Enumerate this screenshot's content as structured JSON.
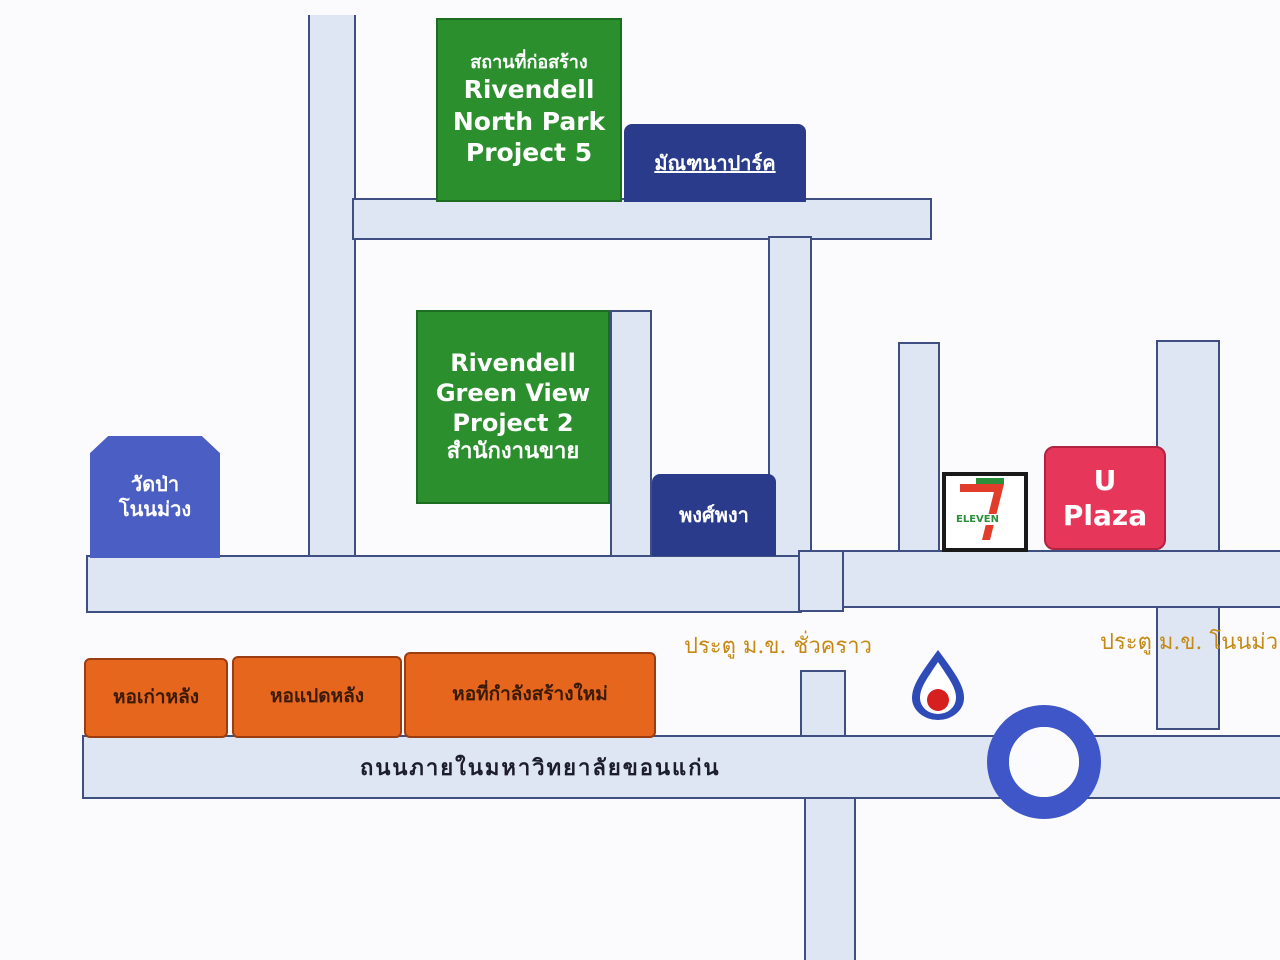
{
  "map": {
    "landmarks": {
      "north_park": [
        "สถานที่ก่อสร้าง",
        "Rivendell",
        "North Park",
        "Project 5"
      ],
      "green_view": [
        "Rivendell",
        "Green View",
        "Project 2",
        "สำนักงานขาย"
      ],
      "manthana_park": "มัณฑนาปาร์ค",
      "wat": [
        "วัดป่า",
        "โนนม่วง"
      ],
      "pongpha": "พงศ์พงา",
      "seven_eleven": "ELEVEN",
      "u_plaza": [
        "U",
        "Plaza"
      ],
      "dorm_old": "หอเก่าหลัง",
      "dorm_8": "หอแปดหลัง",
      "dorm_new": "หอที่กำลังสร้างใหม่"
    },
    "gates": {
      "temporary": "ประตู ม.ข. ชั่วคราว",
      "nonmuang": "ประตู ม.ข. โนนม่วง"
    },
    "roads": {
      "campus_road": "ถนนภายในมหาวิทยาลัยขอนแก่น"
    },
    "colors": {
      "project_green": "#2c8f2e",
      "navy": "#2b3b8c",
      "dorm_orange": "#e6661d",
      "u_plaza_red": "#e6375a",
      "road_fill": "#dfe6f3",
      "gate_text": "#c58a14",
      "roundabout": "#3f56c8"
    },
    "icons": [
      "gas-station-icon",
      "seven-eleven-logo",
      "roundabout-icon"
    ]
  }
}
